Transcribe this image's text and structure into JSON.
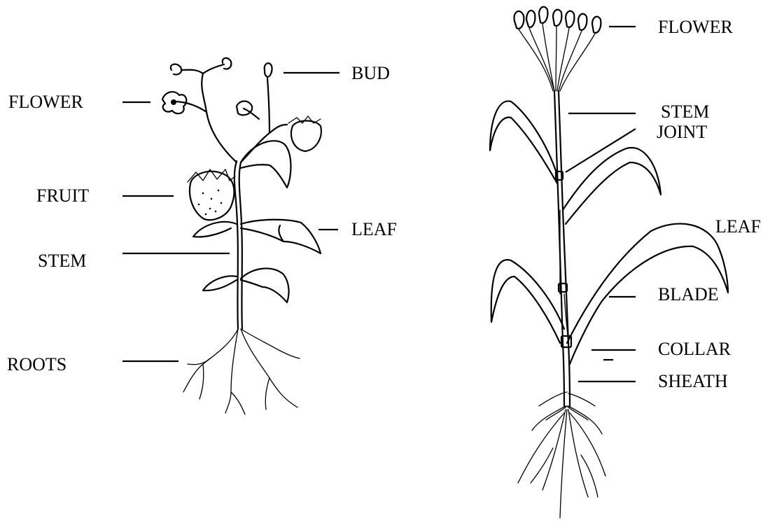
{
  "strawberry_plant": {
    "labels": {
      "flower": "FLOWER",
      "bud": "BUD",
      "fruit": "FRUIT",
      "leaf": "LEAF",
      "stem": "STEM",
      "roots": "ROOTS"
    }
  },
  "grass_plant": {
    "labels": {
      "flower": "FLOWER",
      "stem": "STEM",
      "joint": "JOINT",
      "leaf": "LEAF",
      "blade": "BLADE",
      "collar": "COLLAR",
      "sheath": "SHEATH"
    }
  }
}
